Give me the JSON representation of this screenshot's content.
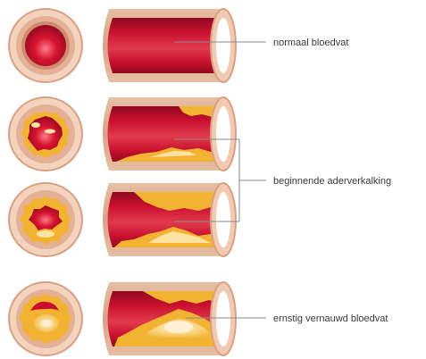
{
  "labels": {
    "normal": "normaal bloedvat",
    "beginning": "beginnende aderverkalking",
    "severe": "ernstig vernauwd bloedvat"
  },
  "colors": {
    "wall_outer": "#e9c3a8",
    "wall_inner": "#d79a7f",
    "wall_dark": "#c88a70",
    "blood": "#c8102e",
    "blood_dark": "#8e0a1f",
    "blood_light": "#ee4b5c",
    "plaque": "#f2b333",
    "plaque_light": "#fde3a0",
    "plaque_core": "#fff1d6",
    "leader_line": "#8a8a8a"
  }
}
